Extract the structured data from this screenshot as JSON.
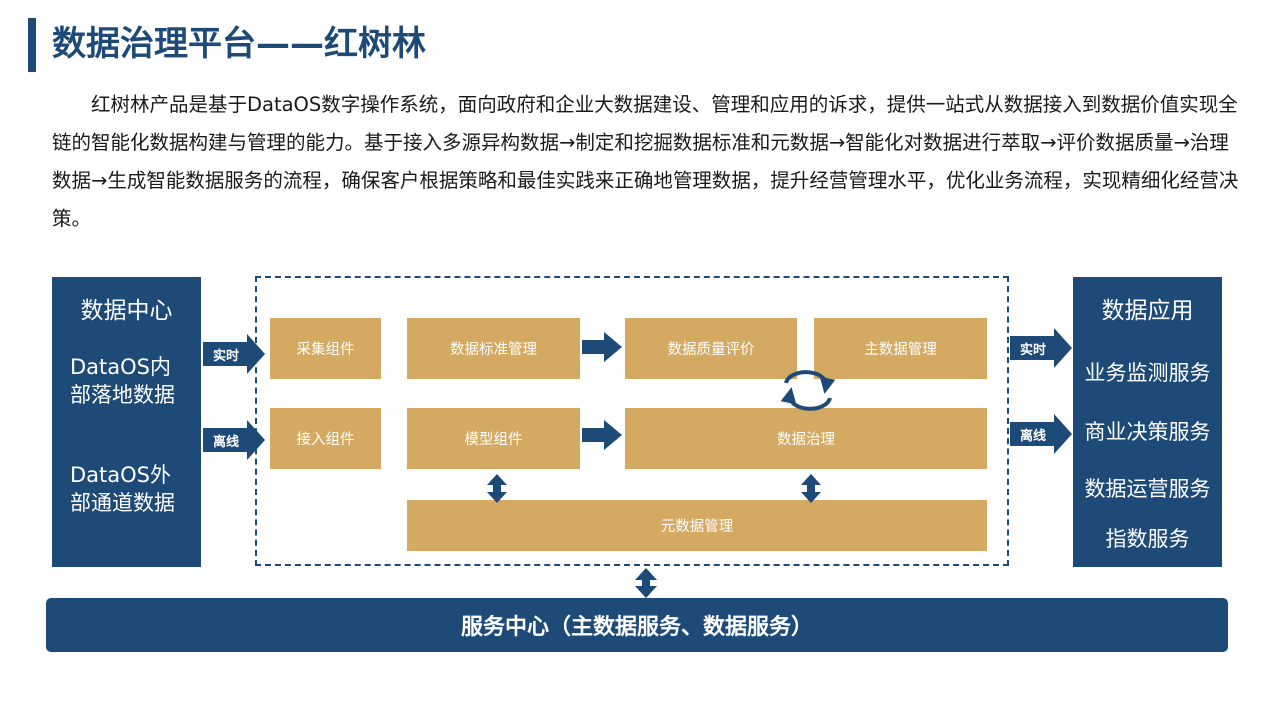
{
  "header": {
    "title": "数据治理平台——红树林"
  },
  "intro": {
    "text": "红树林产品是基于DataOS数字操作系统，面向政府和企业大数据建设、管理和应用的诉求，提供一站式从数据接入到数据价值实现全链的智能化数据构建与管理的能力。基于接入多源异构数据→制定和挖掘数据标准和元数据→智能化对数据进行萃取→评价数据质量→治理数据→生成智能数据服务的流程，确保客户根据策略和最佳实践来正确地管理数据，提升经营管理水平，优化业务流程，实现精细化经营决策。"
  },
  "left_panel": {
    "title": "数据中心",
    "item1": "DataOS内部落地数据",
    "item2": "DataOS外部通道数据"
  },
  "right_panel": {
    "title": "数据应用",
    "items": [
      "业务监测服务",
      "商业决策服务",
      "数据运营服务",
      "指数服务"
    ]
  },
  "tags": {
    "realtime": "实时",
    "offline": "离线"
  },
  "boxes": {
    "collect": "采集组件",
    "standard": "数据标准管理",
    "quality": "数据质量评价",
    "master": "主数据管理",
    "access": "接入组件",
    "model": "模型组件",
    "governance": "数据治理",
    "metadata": "元数据管理"
  },
  "service_bar": {
    "label": "服务中心（主数据服务、数据服务）"
  },
  "colors": {
    "navy": "#1e4a78",
    "gold": "#d4aa63",
    "text": "#1a1a1a"
  }
}
